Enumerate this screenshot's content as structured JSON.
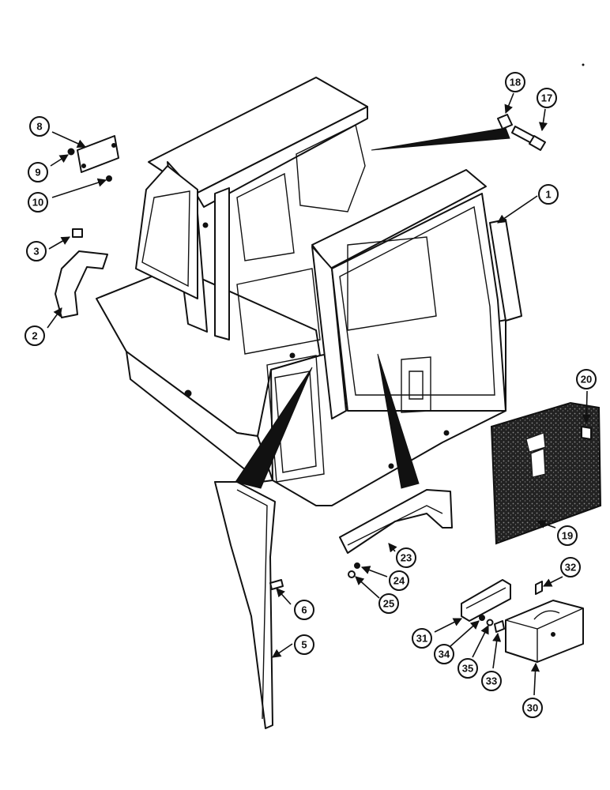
{
  "callouts": [
    "1",
    "2",
    "3",
    "5",
    "6",
    "8",
    "9",
    "10",
    "17",
    "18",
    "19",
    "20",
    "23",
    "24",
    "25",
    "30",
    "31",
    "32",
    "33",
    "34",
    "35"
  ]
}
